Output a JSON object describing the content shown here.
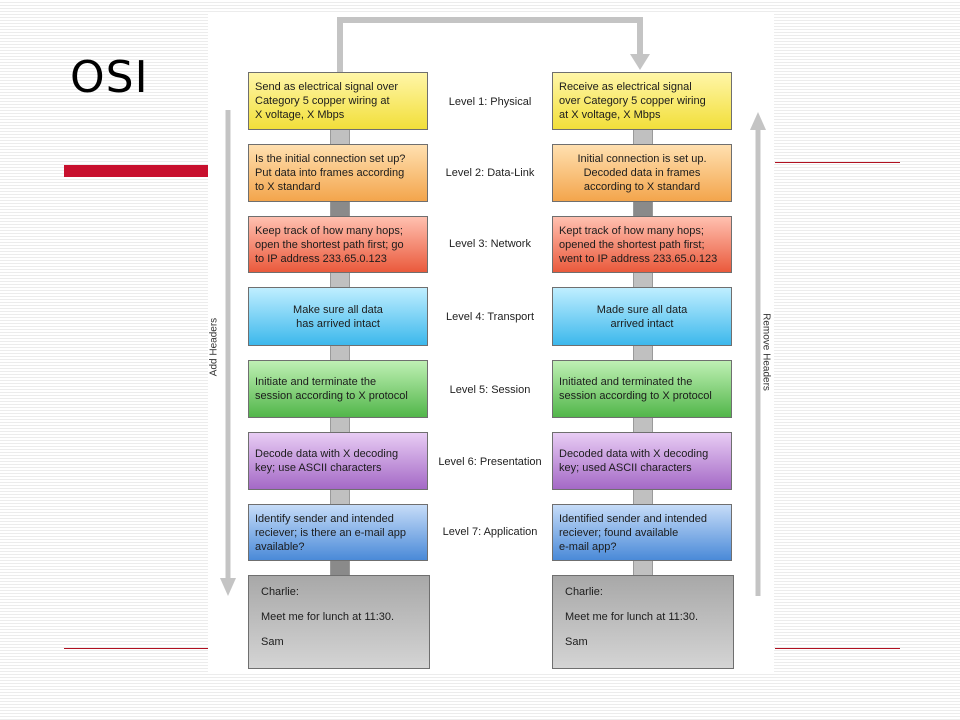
{
  "slide": {
    "title": "OSI"
  },
  "diagram": {
    "send_label": "Add Headers",
    "receive_label": "Remove Headers",
    "levels": [
      {
        "name": "Level 1: Physical",
        "color": "#f2df3a",
        "send": "Send as electrical signal over\nCategory 5 copper wiring at\nX voltage, X Mbps",
        "receive": "Receive as electrical signal\nover Category 5 copper wiring\nat X voltage, X Mbps"
      },
      {
        "name": "Level 2: Data-Link",
        "color": "#f3a54c",
        "send": "Is the initial connection set up?\nPut data into frames according\nto X standard",
        "receive": "Initial connection is set up.\nDecoded data in frames\naccording to X standard"
      },
      {
        "name": "Level 3: Network",
        "color": "#ea5a3c",
        "send": "Keep track of how many hops;\nopen the shortest path first; go\nto IP address 233.65.0.123",
        "receive": "Kept track of how many hops;\nopened the shortest path first;\nwent to IP address 233.65.0.123"
      },
      {
        "name": "Level 4: Transport",
        "color": "#3cb8ec",
        "send": "Make sure all data\nhas arrived intact",
        "receive": "Made sure all data\narrived intact"
      },
      {
        "name": "Level 5: Session",
        "color": "#52b64a",
        "send": "Initiate and terminate the\nsession according to X protocol",
        "receive": "Initiated and terminated the\nsession according to X protocol"
      },
      {
        "name": "Level 6: Presentation",
        "color": "#a469c6",
        "send": "Decode data with X decoding\nkey; use ASCII characters",
        "receive": "Decoded data with X decoding\nkey; used ASCII characters"
      },
      {
        "name": "Level 7: Application",
        "color": "#4a8ad8",
        "send": "Identify sender and intended\nreciever; is there an e-mail app\navailable?",
        "receive": "Identified sender and intended\nreciever; found available\ne-mail app?"
      }
    ],
    "message": {
      "greeting": "Charlie:",
      "body": "Meet me for lunch at 11:30.",
      "signature": "Sam"
    }
  }
}
